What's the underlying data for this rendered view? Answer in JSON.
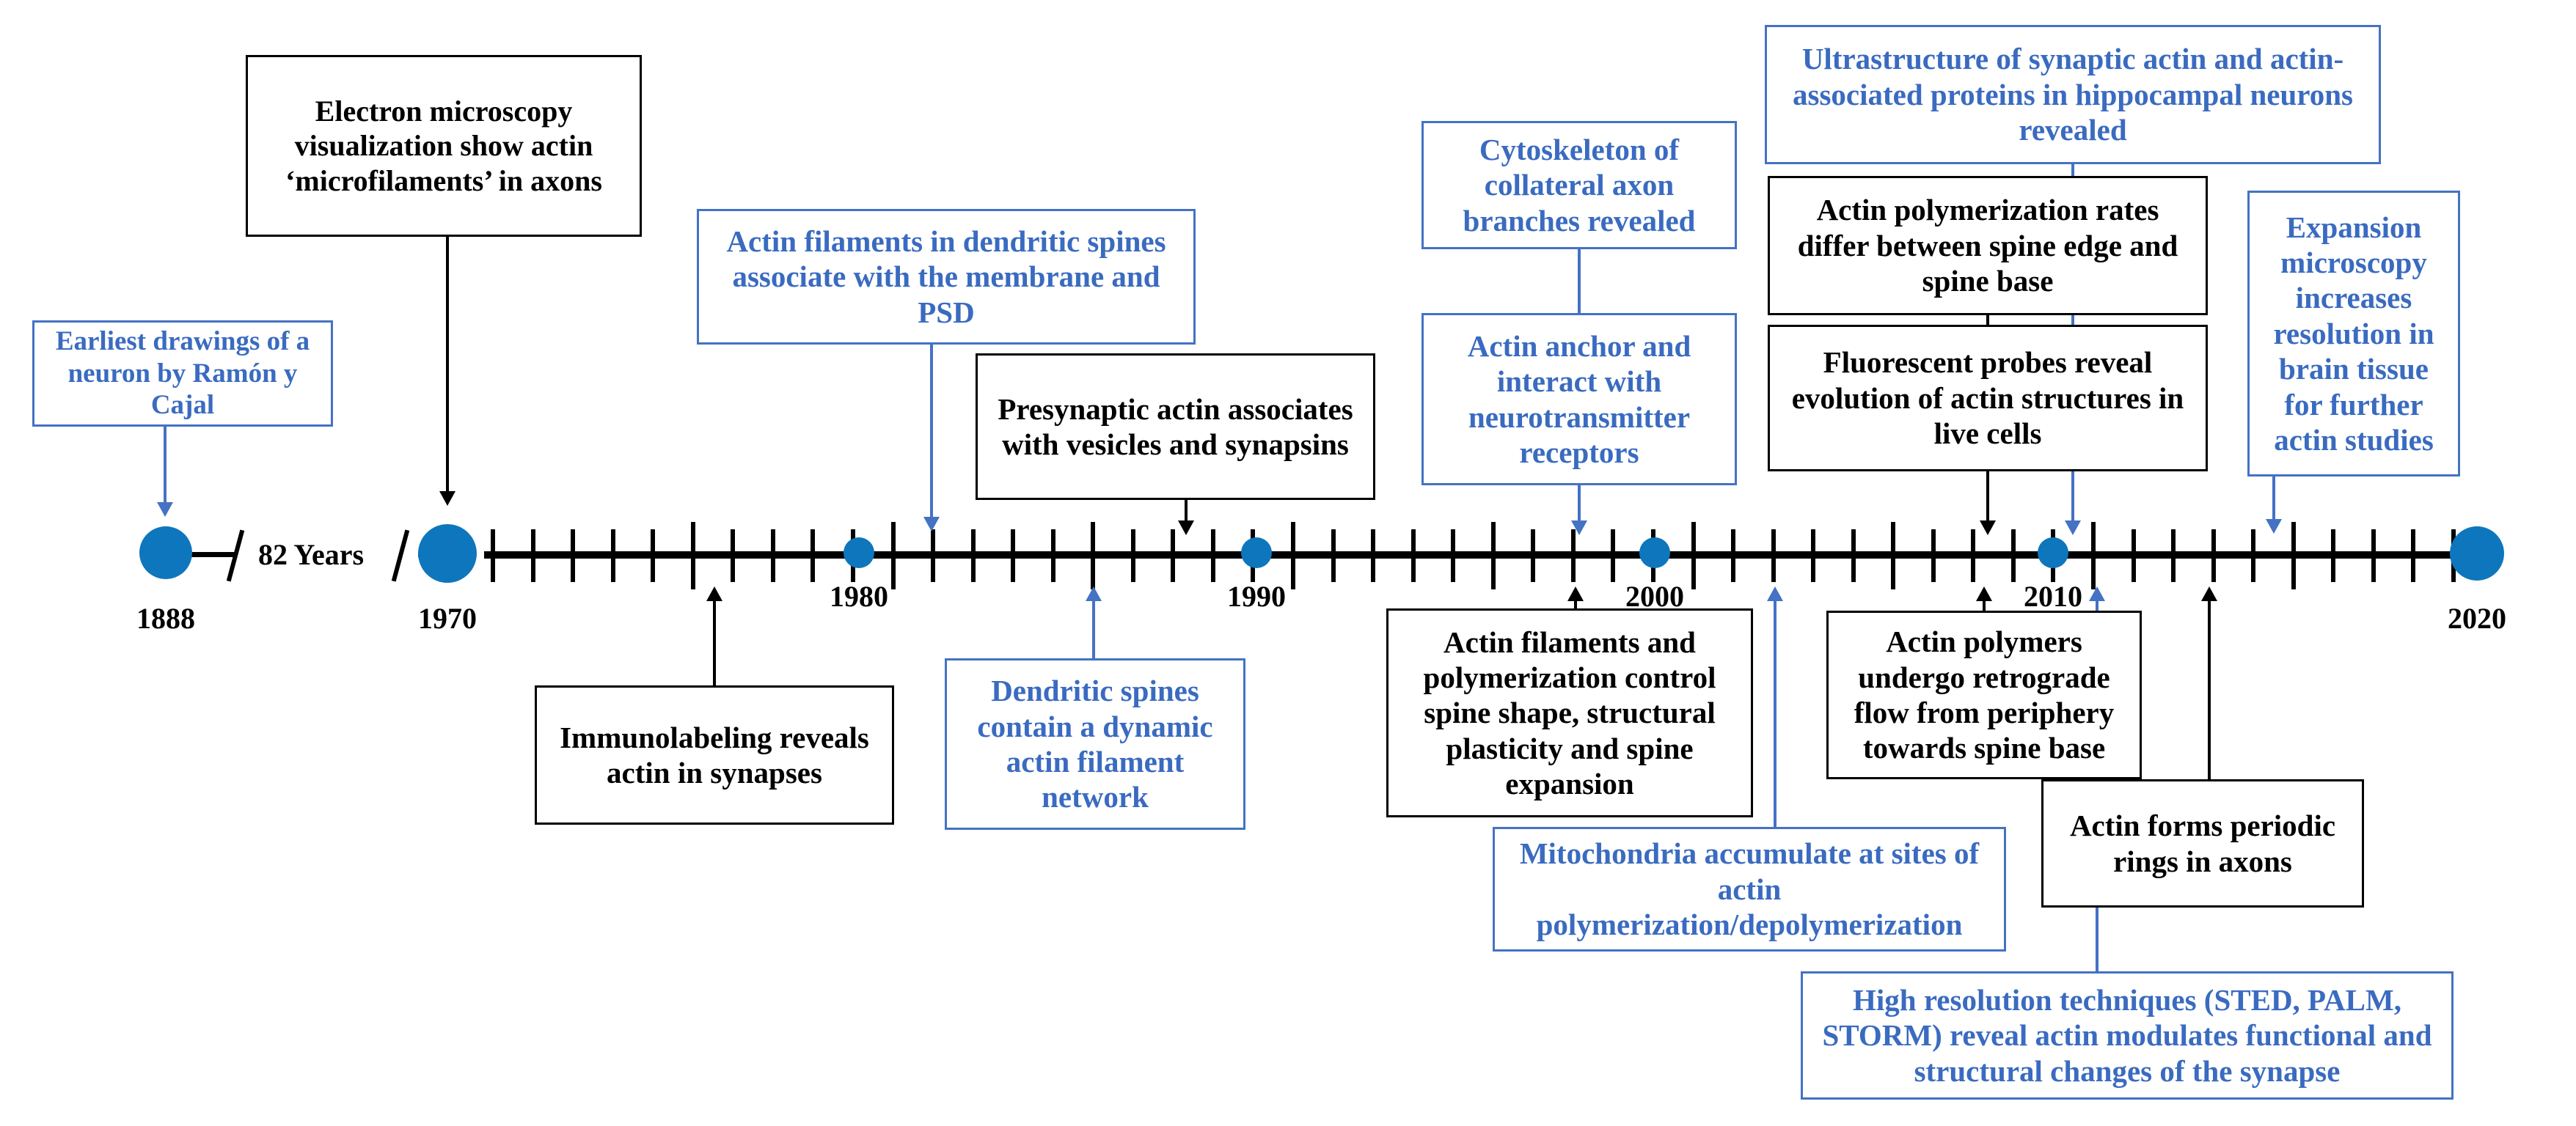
{
  "figure": {
    "title": "Timeline of actin research in neurons",
    "colors": {
      "node": "#0E76BC",
      "blue_box": "#4472C4",
      "blue_text": "#3A6BC0",
      "black": "#000000",
      "background": "#FFFFFF"
    }
  },
  "timeline": {
    "gap_label": "82 Years",
    "years": [
      {
        "label": "1888"
      },
      {
        "label": "1970"
      },
      {
        "label": "1980"
      },
      {
        "label": "1990"
      },
      {
        "label": "2000"
      },
      {
        "label": "2010"
      },
      {
        "label": "2020"
      }
    ]
  },
  "events": [
    {
      "id": "earliest-drawings",
      "text": "Earliest drawings of a neuron by Ramón y Cajal",
      "color": "blue",
      "position": "above",
      "year": "1888"
    },
    {
      "id": "electron-microscopy",
      "text": "Electron microscopy visualization show actin ‘microfilaments’ in axons",
      "color": "black",
      "position": "above",
      "year": "1970"
    },
    {
      "id": "immunolabeling",
      "text": "Immunolabeling reveals actin in synapses",
      "color": "black",
      "position": "below",
      "year": "1974"
    },
    {
      "id": "actin-filaments-dendritic-spines",
      "text": "Actin filaments in dendritic spines associate with the membrane and PSD",
      "color": "blue",
      "position": "above",
      "year": "1982"
    },
    {
      "id": "dendritic-spines-dynamic",
      "text": "Dendritic spines contain a dynamic actin filament network",
      "color": "blue",
      "position": "below",
      "year": "1984"
    },
    {
      "id": "presynaptic-actin",
      "text": "Presynaptic actin associates with vesicles and synapsins",
      "color": "black",
      "position": "above",
      "year": "1988"
    },
    {
      "id": "cytoskeleton-collateral-axon",
      "text": "Cytoskeleton of collateral axon branches revealed",
      "color": "blue",
      "position": "above",
      "year": "1996"
    },
    {
      "id": "actin-anchor-receptors",
      "text": "Actin anchor and interact with neurotransmitter receptors",
      "color": "blue",
      "position": "above",
      "year": "1996"
    },
    {
      "id": "actin-filaments-spine-shape",
      "text": "Actin filaments and polymerization control spine shape, structural plasticity and spine expansion",
      "color": "black",
      "position": "below",
      "year": "1998"
    },
    {
      "id": "mitochondria-accumulate",
      "text": "Mitochondria accumulate at sites of actin polymerization/depolymerization",
      "color": "blue",
      "position": "below",
      "year": "2002"
    },
    {
      "id": "ultrastructure-synaptic-actin",
      "text": "Ultrastructure of synaptic actin and actin-associated proteins in hippocampal neurons revealed",
      "color": "blue",
      "position": "above",
      "year": "2008"
    },
    {
      "id": "actin-polymerization-rates",
      "text": "Actin polymerization rates differ between spine edge and spine base",
      "color": "black",
      "position": "above",
      "year": "2007"
    },
    {
      "id": "fluorescent-probes",
      "text": "Fluorescent probes reveal evolution of actin structures in live cells",
      "color": "black",
      "position": "above",
      "year": "2007"
    },
    {
      "id": "actin-polymers-retrograde",
      "text": "Actin polymers undergo retrograde flow from periphery towards spine base",
      "color": "black",
      "position": "below",
      "year": "2007"
    },
    {
      "id": "actin-periodic-rings",
      "text": "Actin forms periodic rings in axons",
      "color": "black",
      "position": "below",
      "year": "2012"
    },
    {
      "id": "high-resolution-techniques",
      "text": "High resolution techniques (STED, PALM, STORM) reveal actin modulates functional and structural changes of the synapse",
      "color": "blue",
      "position": "below",
      "year": "2010"
    },
    {
      "id": "expansion-microscopy",
      "text": "Expansion microscopy increases resolution in brain tissue for further actin studies",
      "color": "blue",
      "position": "above",
      "year": "2016"
    }
  ]
}
